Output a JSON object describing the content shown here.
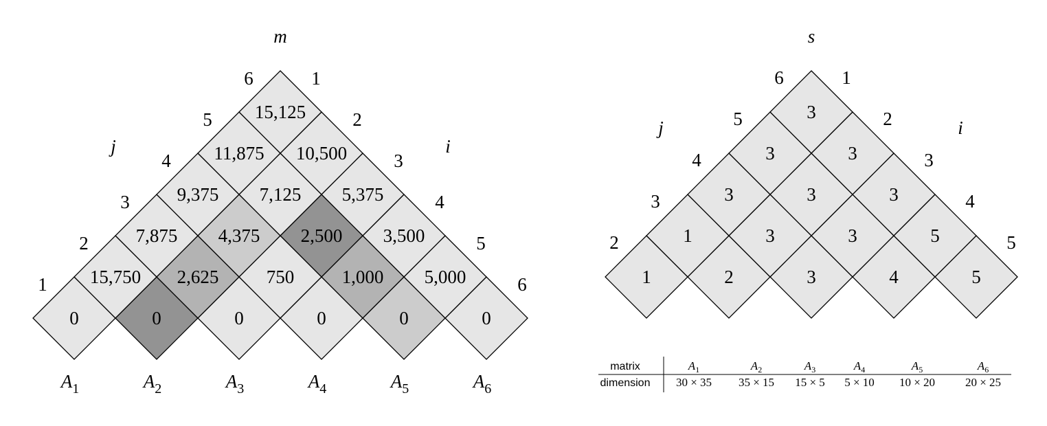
{
  "colors": {
    "light": "#e6e6e6",
    "medium": "#cccccc",
    "mid": "#b3b3b3",
    "dark": "#939393",
    "stroke": "#000000"
  },
  "m_table": {
    "title": "m",
    "i_label": "i",
    "j_label": "j",
    "i_ticks": [
      "1",
      "2",
      "3",
      "4",
      "5",
      "6"
    ],
    "j_ticks": [
      "1",
      "2",
      "3",
      "4",
      "5",
      "6"
    ],
    "matrix_labels": [
      "A",
      "A",
      "A",
      "A",
      "A",
      "A"
    ],
    "matrix_subs": [
      "1",
      "2",
      "3",
      "4",
      "5",
      "6"
    ],
    "cells": [
      {
        "i": 1,
        "j": 1,
        "value": "0",
        "shade": "light"
      },
      {
        "i": 2,
        "j": 2,
        "value": "0",
        "shade": "dark"
      },
      {
        "i": 3,
        "j": 3,
        "value": "0",
        "shade": "light"
      },
      {
        "i": 4,
        "j": 4,
        "value": "0",
        "shade": "light"
      },
      {
        "i": 5,
        "j": 5,
        "value": "0",
        "shade": "medium"
      },
      {
        "i": 6,
        "j": 6,
        "value": "0",
        "shade": "light"
      },
      {
        "i": 1,
        "j": 2,
        "value": "15,750",
        "shade": "light"
      },
      {
        "i": 2,
        "j": 3,
        "value": "2,625",
        "shade": "mid"
      },
      {
        "i": 3,
        "j": 4,
        "value": "750",
        "shade": "light"
      },
      {
        "i": 4,
        "j": 5,
        "value": "1,000",
        "shade": "mid"
      },
      {
        "i": 5,
        "j": 6,
        "value": "5,000",
        "shade": "light"
      },
      {
        "i": 1,
        "j": 3,
        "value": "7,875",
        "shade": "light"
      },
      {
        "i": 2,
        "j": 4,
        "value": "4,375",
        "shade": "medium"
      },
      {
        "i": 3,
        "j": 5,
        "value": "2,500",
        "shade": "dark"
      },
      {
        "i": 4,
        "j": 6,
        "value": "3,500",
        "shade": "light"
      },
      {
        "i": 1,
        "j": 4,
        "value": "9,375",
        "shade": "light"
      },
      {
        "i": 2,
        "j": 5,
        "value": "7,125",
        "shade": "light"
      },
      {
        "i": 3,
        "j": 6,
        "value": "5,375",
        "shade": "light"
      },
      {
        "i": 1,
        "j": 5,
        "value": "11,875",
        "shade": "light"
      },
      {
        "i": 2,
        "j": 6,
        "value": "10,500",
        "shade": "light"
      },
      {
        "i": 1,
        "j": 6,
        "value": "15,125",
        "shade": "light"
      }
    ]
  },
  "s_table": {
    "title": "s",
    "i_label": "i",
    "j_label": "j",
    "i_ticks": [
      "1",
      "2",
      "3",
      "4",
      "5"
    ],
    "j_ticks": [
      "2",
      "3",
      "4",
      "5",
      "6"
    ],
    "cells": [
      {
        "i": 1,
        "j": 2,
        "value": "1"
      },
      {
        "i": 2,
        "j": 3,
        "value": "2"
      },
      {
        "i": 3,
        "j": 4,
        "value": "3"
      },
      {
        "i": 4,
        "j": 5,
        "value": "4"
      },
      {
        "i": 5,
        "j": 6,
        "value": "5"
      },
      {
        "i": 1,
        "j": 3,
        "value": "1"
      },
      {
        "i": 2,
        "j": 4,
        "value": "3"
      },
      {
        "i": 3,
        "j": 5,
        "value": "3"
      },
      {
        "i": 4,
        "j": 6,
        "value": "5"
      },
      {
        "i": 1,
        "j": 4,
        "value": "3"
      },
      {
        "i": 2,
        "j": 5,
        "value": "3"
      },
      {
        "i": 3,
        "j": 6,
        "value": "3"
      },
      {
        "i": 1,
        "j": 5,
        "value": "3"
      },
      {
        "i": 2,
        "j": 6,
        "value": "3"
      },
      {
        "i": 1,
        "j": 6,
        "value": "3"
      }
    ]
  },
  "dim_table": {
    "row1_header": "matrix",
    "row2_header": "dimension",
    "matrices": [
      {
        "name": "A",
        "sub": "1",
        "dim": "30 × 35"
      },
      {
        "name": "A",
        "sub": "2",
        "dim": "35 × 15"
      },
      {
        "name": "A",
        "sub": "3",
        "dim": "15 × 5"
      },
      {
        "name": "A",
        "sub": "4",
        "dim": "5 × 10"
      },
      {
        "name": "A",
        "sub": "5",
        "dim": "10 × 20"
      },
      {
        "name": "A",
        "sub": "6",
        "dim": "20 × 25"
      }
    ]
  }
}
